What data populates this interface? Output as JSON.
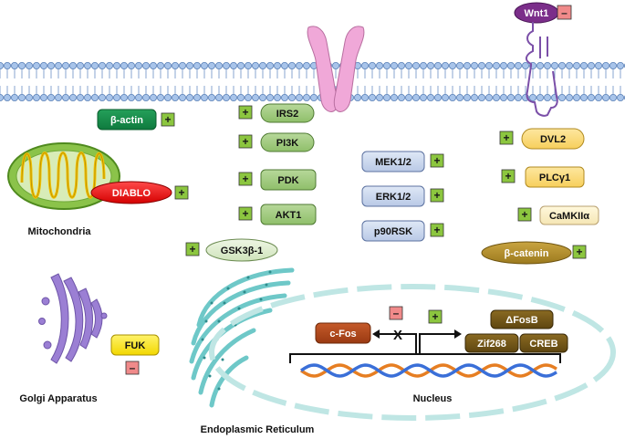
{
  "colors": {
    "membrane": "#a8c4ea",
    "membrane_line": "#6a8fc4",
    "plus_fill": "#8cc63f",
    "minus_fill": "#f08a8a",
    "receptor": "#f0a8d8",
    "wnt": "#7b2e8a",
    "frizzled": "#7b4fa8",
    "mito_outer": "#8bc34a",
    "mito_crista": "#f2c200",
    "golgi": "#9b7fd4",
    "er": "#6ec8c8",
    "dna_a": "#e67e22",
    "dna_b": "#3a6fd8"
  },
  "labels": {
    "wnt1": "Wnt1",
    "beta_actin": "β-actin",
    "irs2": "IRS2",
    "pi3k": "PI3K",
    "pdk": "PDK",
    "akt1": "AKT1",
    "gsk3b": "GSK3β-1",
    "diablo": "DIABLO",
    "mitochondria": "Mitochondria",
    "mek": "MEK1/2",
    "erk": "ERK1/2",
    "p90rsk": "p90RSK",
    "dvl2": "DVL2",
    "plcg1": "PLCγ1",
    "camkii": "CaMKIIα",
    "bcatenin": "β-catenin",
    "fuk": "FUK",
    "golgi": "Golgi Apparatus",
    "er": "Endoplasmic Reticulum",
    "cfos": "c-Fos",
    "fosb": "ΔFosB",
    "zif268": "Zif268",
    "creb": "CREB",
    "nucleus": "Nucleus",
    "x_mark": "X",
    "plus": "+",
    "minus": "–"
  }
}
